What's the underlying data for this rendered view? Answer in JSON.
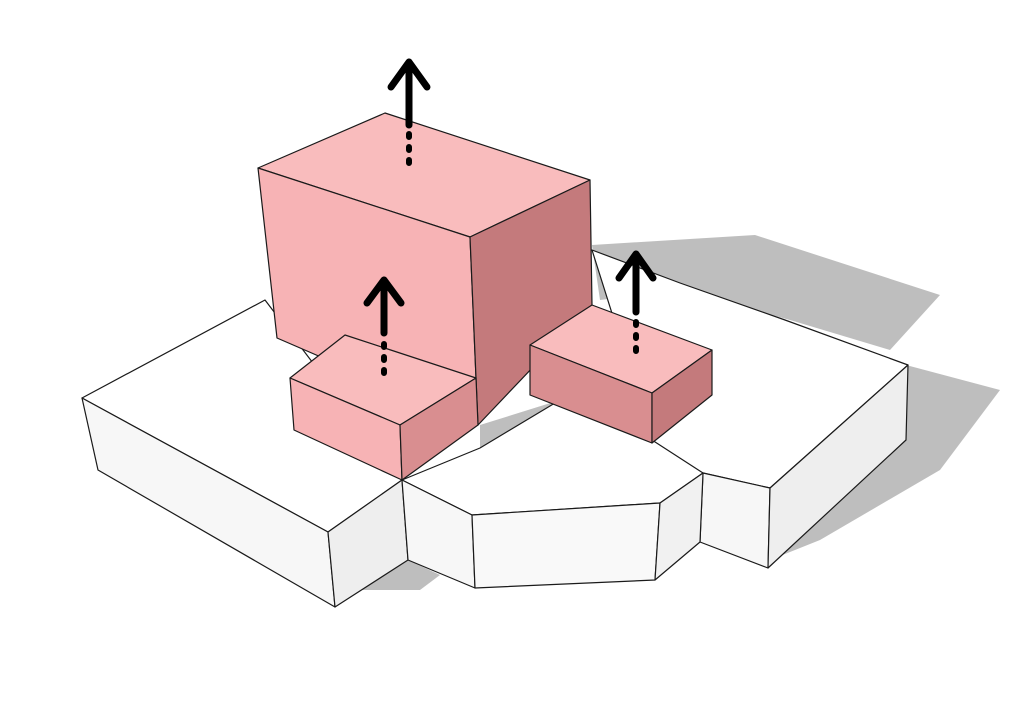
{
  "diagram": {
    "kind": "isometric-massing",
    "colors": {
      "base_top": "#ffffff",
      "base_side": "#f7f7f7",
      "base_side_dark": "#eeeeee",
      "shadow": "#b3b3b3",
      "mass_top": "#f9bcbd",
      "mass_front": "#f7b3b5",
      "mass_side": "#c47a7c",
      "mass_small_side": "#d98e90",
      "arrow": "#000000"
    },
    "elements": [
      {
        "name": "base-west-wing",
        "color": "base"
      },
      {
        "name": "base-center-block",
        "color": "base"
      },
      {
        "name": "base-east-wing",
        "color": "base"
      },
      {
        "name": "tall-mass",
        "color": "mass"
      },
      {
        "name": "front-small-mass",
        "color": "mass"
      },
      {
        "name": "right-small-mass",
        "color": "mass"
      }
    ],
    "arrows": [
      {
        "name": "vertical-extension-arrow-tall",
        "direction": "up",
        "style": "dotted-stem"
      },
      {
        "name": "vertical-extension-arrow-front",
        "direction": "up",
        "style": "dotted-stem"
      },
      {
        "name": "vertical-extension-arrow-right",
        "direction": "up",
        "style": "dotted-stem"
      }
    ]
  }
}
